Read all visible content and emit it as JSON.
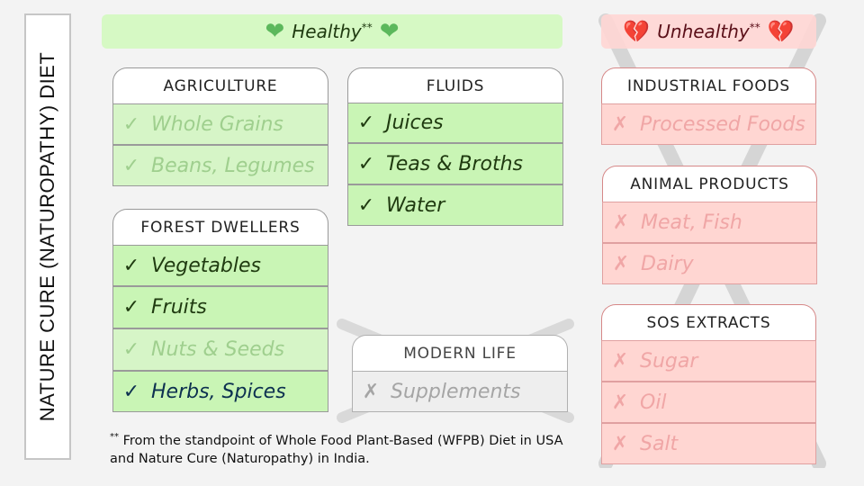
{
  "title": "NATURE CURE  (NATUROPATHY)  DIET",
  "healthy_banner": {
    "label": "Healthy",
    "mark": "**",
    "icon": "green-heart-icon"
  },
  "unhealthy_banner": {
    "label": "Unhealthy",
    "mark": "**",
    "icon": "broken-heart-icon"
  },
  "check_mark": "✓",
  "cross_mark": "✗",
  "groups": {
    "agriculture": {
      "title": "AGRICULTURE",
      "items": [
        "Whole Grains",
        "Beans, Legumes"
      ]
    },
    "fluids": {
      "title": "FLUIDS",
      "items": [
        "Juices",
        "Teas & Broths",
        "Water"
      ]
    },
    "forest": {
      "title": "FOREST DWELLERS",
      "items": [
        "Vegetables",
        "Fruits",
        "Nuts & Seeds",
        "Herbs, Spices"
      ]
    },
    "modern": {
      "title": "MODERN LIFE",
      "items": [
        "Supplements"
      ]
    },
    "industrial": {
      "title": "INDUSTRIAL FOODS",
      "items": [
        "Processed Foods"
      ]
    },
    "animal": {
      "title": "ANIMAL PRODUCTS",
      "items": [
        "Meat, Fish",
        "Dairy"
      ]
    },
    "sos": {
      "title": "SOS EXTRACTS",
      "items": [
        "Sugar",
        "Oil",
        "Salt"
      ]
    }
  },
  "footnote": {
    "mark": "**",
    "line1": "From the standpoint of Whole Food Plant-Based (WFPB) Diet in USA",
    "line2": "and Nature Cure (Naturopathy) in India."
  },
  "colors": {
    "healthy_banner": "#d6f9c4",
    "unhealthy_banner": "#ffd6d4",
    "green_item": "#c9f5b5",
    "red_item": "#ffd6d2",
    "cross_overlay": "#cfcfcf"
  }
}
